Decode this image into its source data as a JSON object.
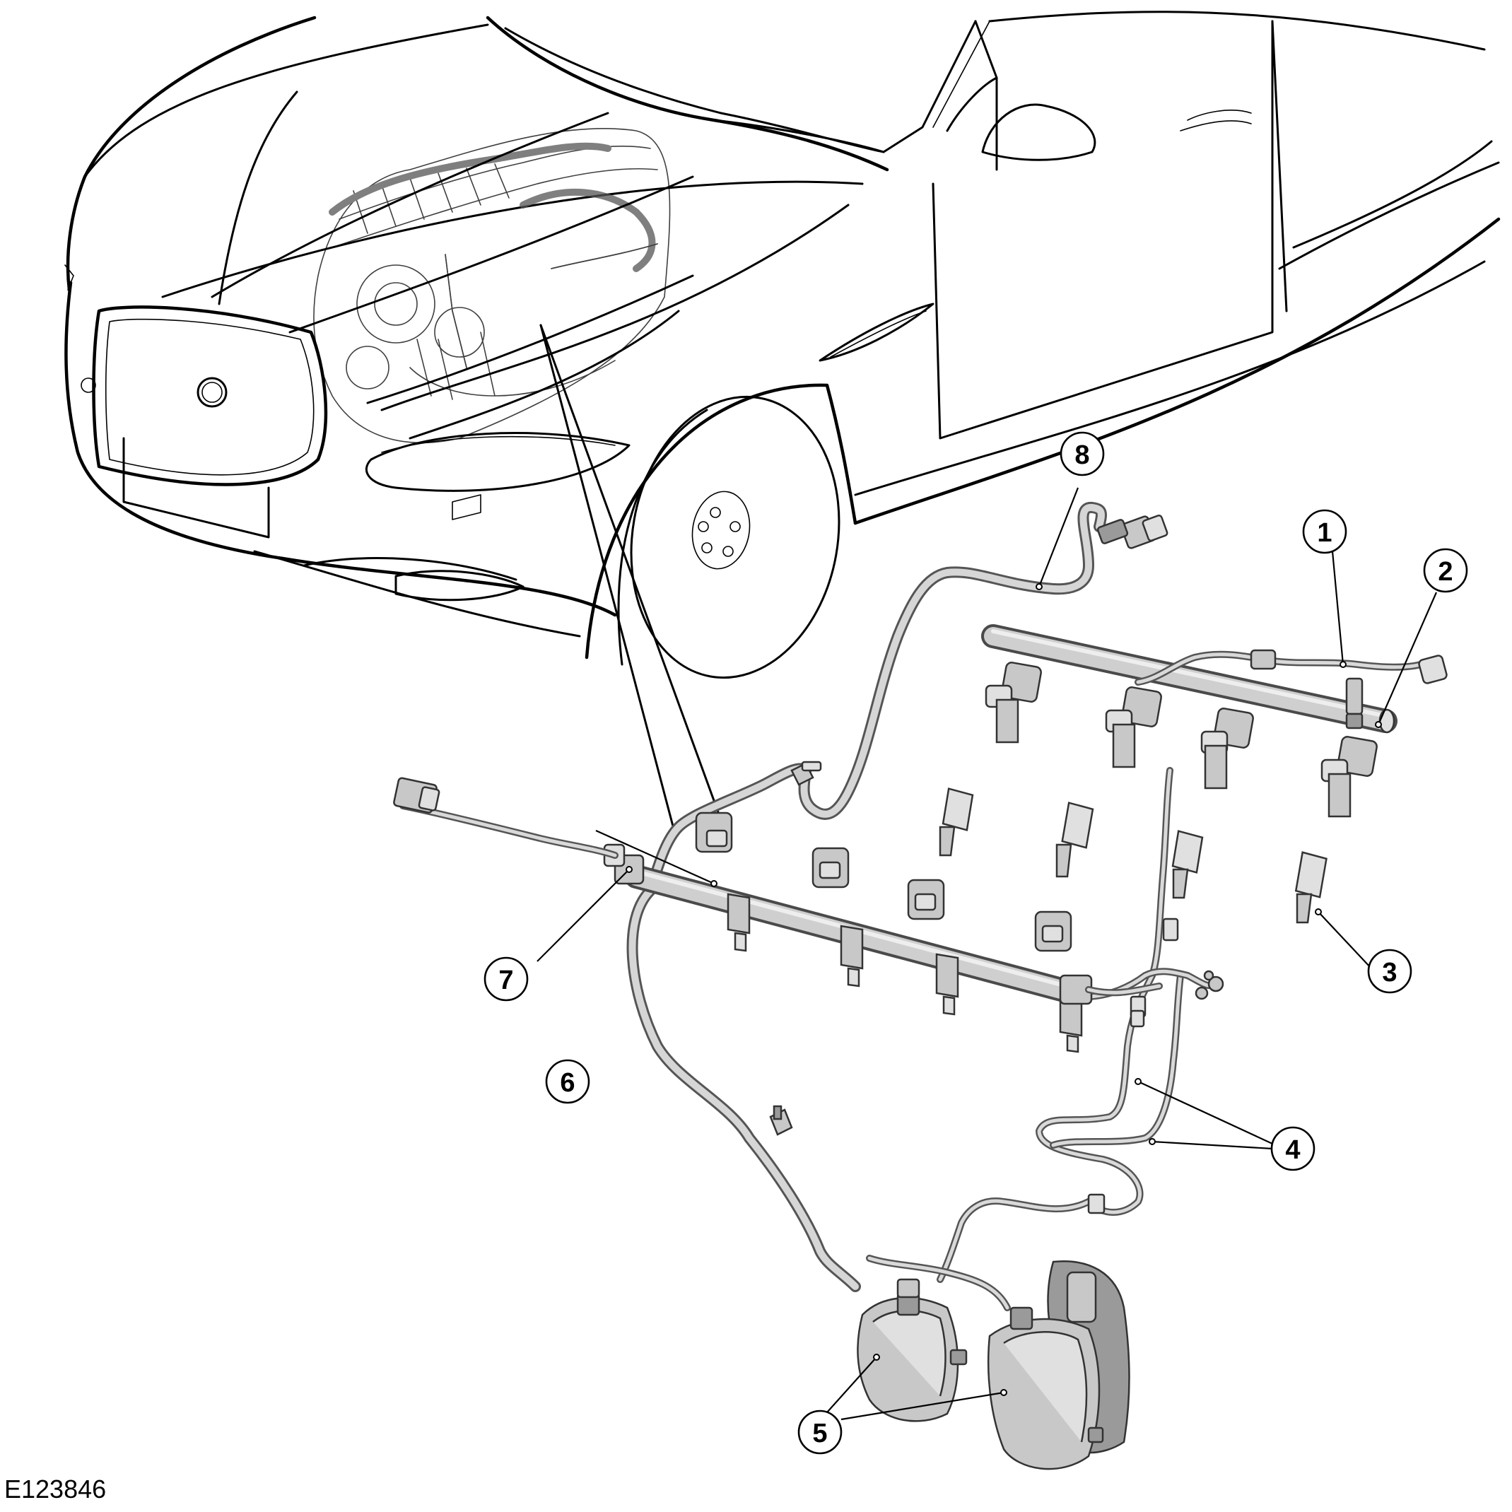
{
  "figure_id": "E123846",
  "callouts": [
    {
      "number": "1"
    },
    {
      "number": "2"
    },
    {
      "number": "3"
    },
    {
      "number": "4"
    },
    {
      "number": "5"
    },
    {
      "number": "6"
    },
    {
      "number": "7"
    },
    {
      "number": "8"
    }
  ],
  "colors": {
    "line": "#000000",
    "part_fill": "#c8c8c8",
    "background": "#ffffff"
  }
}
